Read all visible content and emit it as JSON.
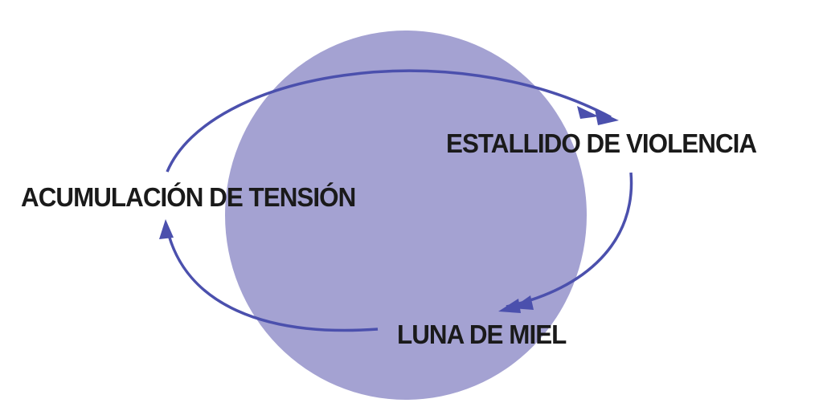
{
  "colors": {
    "circle": "#a4a2d2",
    "arrow": "#4b50ad",
    "text": "#1a1a1a"
  },
  "stages": {
    "tension": "ACUMULACIÓN DE TENSIÓN",
    "violence": "ESTALLIDO DE VIOLENCIA",
    "honeymoon": "LUNA DE MIEL"
  }
}
